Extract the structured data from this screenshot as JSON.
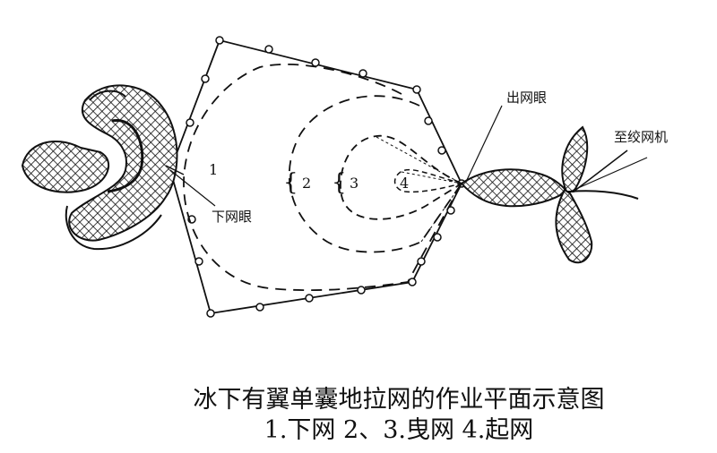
{
  "labels": {
    "lower_eye": "下网眼",
    "outlet_eye": "出网眼",
    "to_winch": "至绞网机"
  },
  "stages": {
    "s1": "1",
    "s2": "2",
    "s3": "3",
    "s4": "4"
  },
  "caption": {
    "title": "冰下有翼单囊地拉网的作业平面示意图",
    "stages_line": "1.下网  2、3.曳网  4.起网"
  }
}
